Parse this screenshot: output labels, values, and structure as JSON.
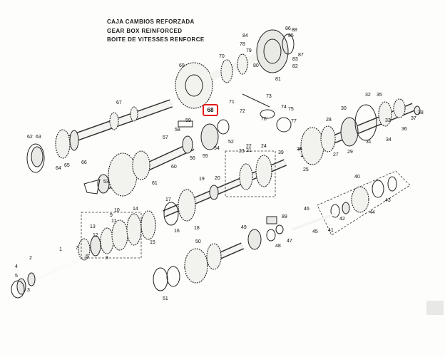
{
  "title": {
    "line1": "CAJA CAMBIOS REFORZADA",
    "line2": "GEAR BOX REINFORCED",
    "line3": "BOITE DE VITESSES RENFORCE"
  },
  "highlight": {
    "label": "68",
    "color": "#e31b1b"
  },
  "labels": {
    "l1": "1",
    "l2": "2",
    "l3": "3",
    "l4": "4",
    "l5": "5",
    "l6": "6",
    "l7": "7",
    "l8": "8",
    "l9": "9",
    "l10": "10",
    "l11": "11",
    "l12": "12",
    "l13": "13",
    "l14": "14",
    "l15": "15",
    "l16": "16",
    "l17": "17",
    "l18": "18",
    "l19": "19",
    "l20": "20",
    "l21": "21",
    "l22": "22",
    "l23": "23",
    "l24": "24",
    "l25": "25",
    "l26": "26",
    "l27": "27",
    "l28": "28",
    "l29": "29",
    "l30": "30",
    "l31": "31",
    "l32": "32",
    "l33": "33",
    "l34": "34",
    "l35": "35",
    "l36": "36",
    "l37": "37",
    "l38": "38",
    "l39": "39",
    "l40": "40",
    "l41": "41",
    "l42": "42",
    "l43": "43",
    "l44": "44",
    "l45": "45",
    "l46": "46",
    "l47": "47",
    "l48": "48",
    "l49": "49",
    "l50": "50",
    "l51": "51",
    "l52": "52",
    "l53": "53",
    "l54": "54",
    "l55": "55",
    "l56": "56",
    "l57": "57",
    "l58": "58",
    "l59": "59",
    "l60": "60",
    "l61": "61",
    "l62": "62",
    "l63": "63",
    "l64": "64",
    "l65": "65",
    "l66": "66",
    "l67": "67",
    "l69": "69",
    "l70": "70",
    "l71": "71",
    "l72": "72",
    "l73": "73",
    "l74": "74",
    "l75": "75",
    "l76": "76",
    "l77": "77",
    "l78": "78",
    "l79": "79",
    "l80": "80",
    "l81": "81",
    "l82": "82",
    "l83": "83",
    "l84": "84",
    "l85": "85",
    "l86": "86",
    "l87": "87",
    "l88": "88",
    "l89": "89"
  }
}
